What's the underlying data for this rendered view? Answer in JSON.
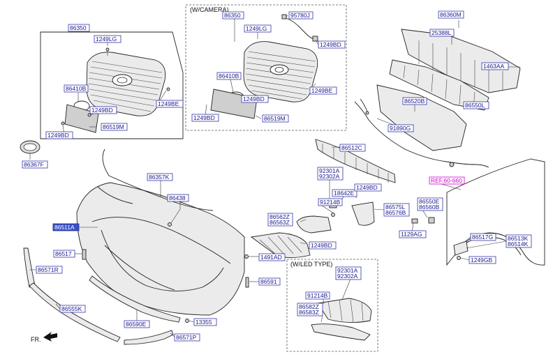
{
  "sections": {
    "camera_title": "(W/CAMERA)",
    "led_title": "(W/LED TYPE)",
    "front_indicator": "FR."
  },
  "labels": {
    "grille_main": "86350",
    "grille_cam": "86350",
    "screw_lg_main": "1249LG",
    "screw_lg_cam": "1249LG",
    "screw_be_main": "1249BE",
    "screw_be_cam": "1249BE",
    "emblem_main": "86410B",
    "emblem_cam": "86410B",
    "screw_bd_main_a": "1249BD",
    "screw_bd_main_b": "1249BD",
    "screw_bd_cam_a": "1249BD",
    "screw_bd_cam_b": "1249BD",
    "screw_bd_cam_c": "1249BD",
    "plate_main": "86519M",
    "plate_cam": "86519M",
    "camera_harness": "95780J",
    "emblem_front": "86367F",
    "absorber_assy": "86360M",
    "absorber_sub": "25388L",
    "absorber_clip": "1463AA",
    "absorber_lower": "86550L",
    "beam": "86520B",
    "wiring": "91890G",
    "lower_grille": "86512C",
    "molding_strip": "86357K",
    "molding_clip": "86438",
    "bumper_cover": "86511A",
    "side_piece": "86517",
    "lower_lip_left": "86571R",
    "lower_lip_front": "86555K",
    "lower_trim": "86590E",
    "clip_a": "13355",
    "lower_lip_right": "86571P",
    "bolt": "1491AD",
    "bracket_bolt": "86591",
    "lamp_set_a": "92301A",
    "lamp_set_b": "92302A",
    "lamp_cover": "18642E",
    "screw_lamp": "1249BD",
    "lamp_bracket": "91214B",
    "fog_cover_a": "86562Z",
    "fog_cover_b": "86563Z",
    "screw_fog": "1249BD",
    "fog_trim_a": "86575L",
    "fog_trim_b": "86576B",
    "ref_label": "REF.60-660",
    "fender_a": "86550E",
    "fender_b": "86560B",
    "fender_bolt": "1129AG",
    "side_bracket": "86517G",
    "side_bracket_a": "86513K",
    "side_bracket_b": "86514K",
    "screw_gb": "1249GB",
    "led_set_a": "92301A",
    "led_set_b": "92302A",
    "led_bracket": "91214B",
    "led_cover_a": "86582Z",
    "led_cover_b": "86583Z"
  }
}
